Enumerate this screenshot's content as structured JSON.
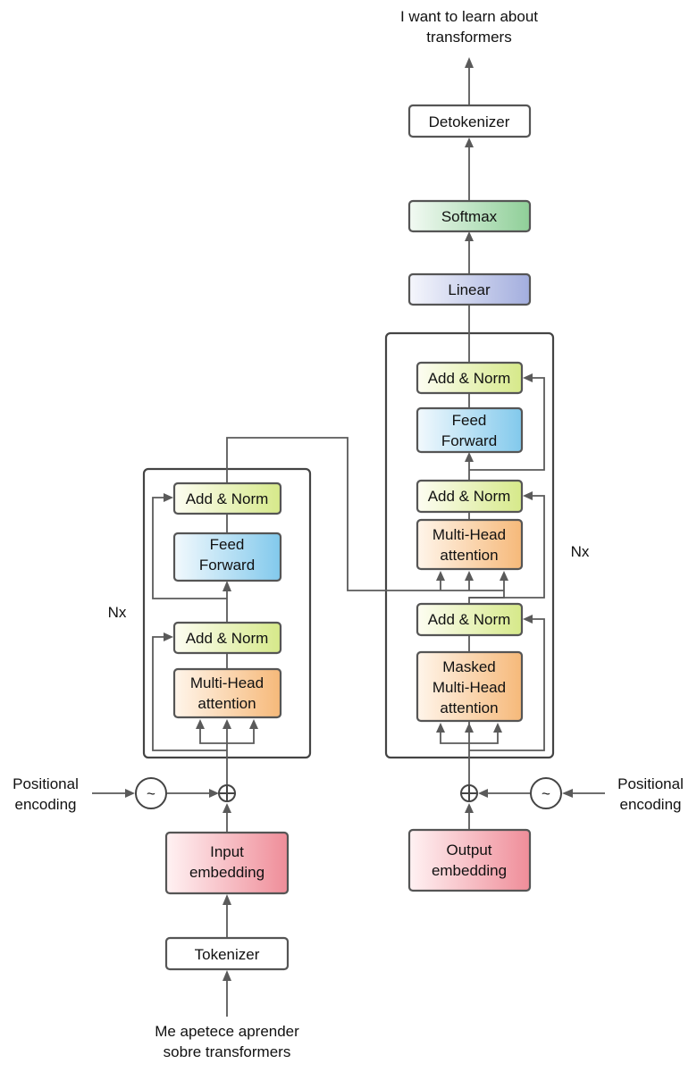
{
  "io": {
    "input_text": [
      "Me apetece aprender",
      "sobre transformers"
    ],
    "output_text": [
      "I want to learn about",
      "transformers"
    ]
  },
  "encoder": {
    "repeat_label": "Nx",
    "tokenizer": "Tokenizer",
    "input_embedding": [
      "Input",
      "embedding"
    ],
    "positional_encoding": [
      "Positional",
      "encoding"
    ],
    "positional_symbol": "~",
    "add_norm_top": "Add & Norm",
    "feed_forward": [
      "Feed",
      "Forward"
    ],
    "add_norm_bottom": "Add & Norm",
    "multi_head_attention": [
      "Multi-Head",
      "attention"
    ]
  },
  "decoder": {
    "repeat_label": "Nx",
    "output_embedding": [
      "Output",
      "embedding"
    ],
    "positional_encoding": [
      "Positional",
      "encoding"
    ],
    "positional_symbol": "~",
    "add_norm_top": "Add & Norm",
    "feed_forward": [
      "Feed",
      "Forward"
    ],
    "add_norm_mid": "Add & Norm",
    "cross_attention": [
      "Multi-Head",
      "attention"
    ],
    "add_norm_bottom": "Add & Norm",
    "masked_attention": [
      "Masked",
      "Multi-Head",
      "attention"
    ]
  },
  "head": {
    "linear": "Linear",
    "softmax": "Softmax",
    "detokenizer": "Detokenizer"
  },
  "colors": {
    "add_norm": "#d6e98a",
    "feed_forward": "#82c9ec",
    "attention": "#f6b97a",
    "embedding": "#ef8d99",
    "linear": "#a3aede",
    "softmax": "#8fcf98",
    "lines": "#5a5a5a"
  }
}
